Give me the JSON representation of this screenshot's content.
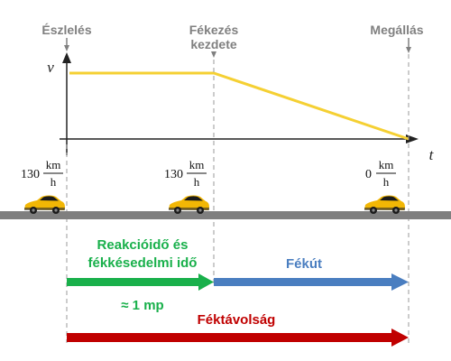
{
  "events": {
    "detection": "Észlelés",
    "braking_start_line1": "Fékezés",
    "braking_start_line2": "kezdete",
    "stop": "Megállás"
  },
  "axes": {
    "y_label": "v",
    "x_label": "t"
  },
  "speeds": {
    "s1": {
      "value": "130",
      "unit_num": "km",
      "unit_den": "h"
    },
    "s2": {
      "value": "130",
      "unit_num": "km",
      "unit_den": "h"
    },
    "s3": {
      "value": "0",
      "unit_num": "km",
      "unit_den": "h"
    }
  },
  "phases": {
    "reaction_line1": "Reakcióidő és",
    "reaction_line2": "fékkésedelmi idő",
    "reaction_approx": "≈ 1 mp",
    "braking": "Fékút",
    "stopping": "Féktávolság"
  },
  "colors": {
    "velocity_line": "#F5D033",
    "reaction": "#19B04B",
    "braking": "#4A7EC0",
    "stopping": "#C00000",
    "road": "#7F7F7F",
    "car": "#F2B705"
  },
  "icons": [
    "car-icon",
    "car-icon",
    "car-icon"
  ]
}
